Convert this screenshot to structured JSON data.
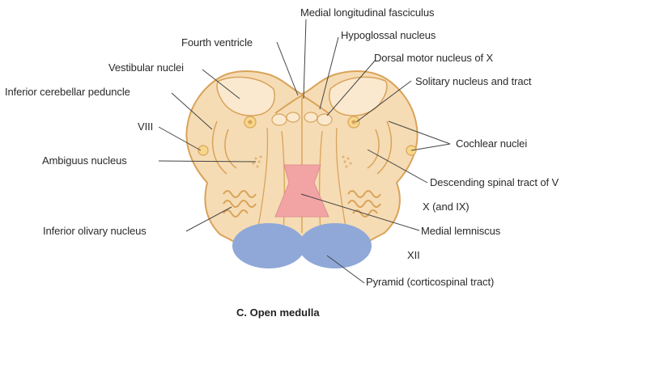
{
  "caption": "C. Open medulla",
  "labels": {
    "mlf": "Medial longitudinal fasciculus",
    "hypoglossal": "Hypoglossal nucleus",
    "fourth_ventricle": "Fourth ventricle",
    "dorsal_motor": "Dorsal motor nucleus of X",
    "vestibular": "Vestibular nuclei",
    "solitary": "Solitary nucleus and tract",
    "inferior_cerebellar": "Inferior cerebellar peduncle",
    "viii": "VIII",
    "cochlear": "Cochlear nuclei",
    "ambiguus": "Ambiguus nucleus",
    "descending_v": "Descending spinal tract of V",
    "x_ix": "X (and IX)",
    "inferior_olivary": "Inferior olivary nucleus",
    "medial_lemniscus": "Medial lemniscus",
    "xii": "XII",
    "pyramid": "Pyramid (corticospinal tract)"
  },
  "colors": {
    "tissue_fill": "#f6dcb4",
    "tissue_light": "#fae9cf",
    "outline": "#d9a35a",
    "pyramid_fill": "#8fa8d8",
    "lemniscus_fill": "#f2a4a4",
    "leader_line": "#444444",
    "text": "#2a2a2a"
  }
}
